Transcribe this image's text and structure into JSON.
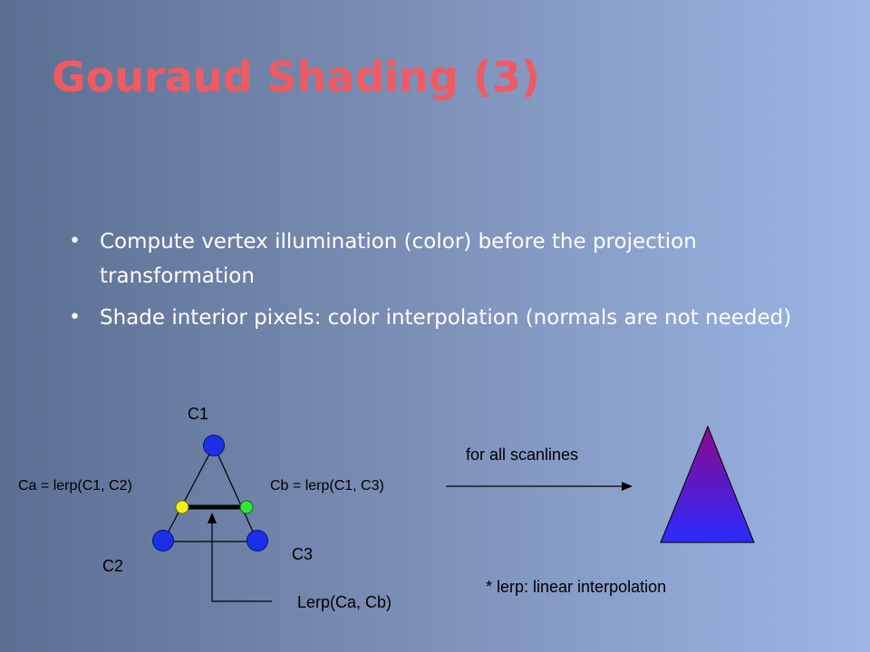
{
  "slide": {
    "title": "Gouraud Shading (3)",
    "bullets": [
      "Compute vertex illumination (color) before the projection transformation",
      "Shade interior pixels: color interpolation  (normals are not needed)"
    ]
  },
  "diagram": {
    "labels": {
      "c1": "C1",
      "c2": "C2",
      "c3": "C3",
      "ca": "Ca = lerp(C1, C2)",
      "cb": "Cb = lerp(C1, C3)",
      "lerp": "Lerp(Ca, Cb)",
      "arrow_caption": "for all scanlines",
      "footnote": "* lerp: linear interpolation"
    },
    "colors": {
      "title": "#ef5b62",
      "vertex": "#1b2fe6",
      "ca_point": "#f2f21a",
      "cb_point": "#33e63a",
      "triangle_top": "#8b0a8c",
      "triangle_bottom": "#2b2bff"
    }
  }
}
